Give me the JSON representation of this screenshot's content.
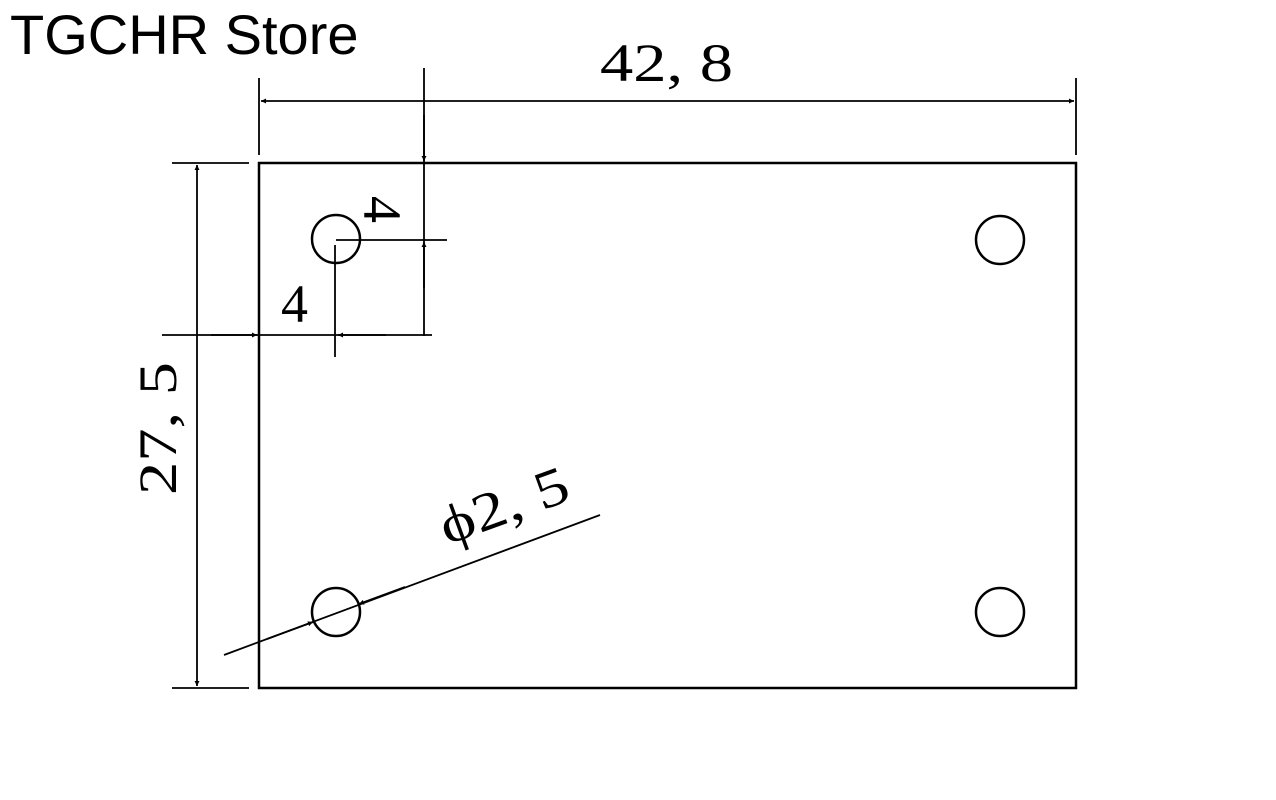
{
  "header": {
    "store_name": "TGCHR Store"
  },
  "drawing": {
    "dimensions": {
      "width": "42, 8",
      "height": "27, 5",
      "hole_offset_x": "4",
      "hole_offset_y": "4",
      "hole_diameter": "ϕ2, 5"
    },
    "colors": {
      "line": "#000000",
      "background": "#ffffff"
    }
  }
}
